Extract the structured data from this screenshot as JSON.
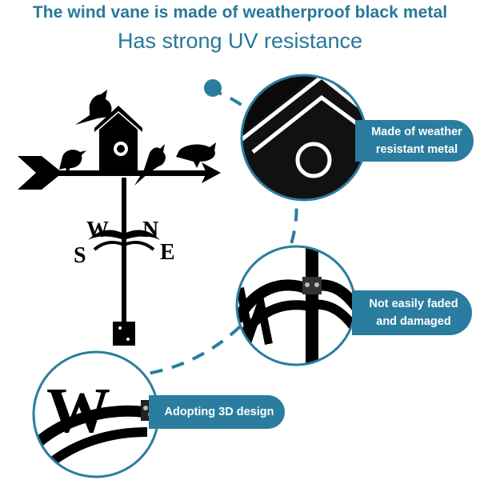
{
  "headline": {
    "title": "The wind vane is made of weatherproof black metal",
    "subtitle": "Has strong UV resistance"
  },
  "callouts": [
    {
      "line1": "Made of weather",
      "line2": "resistant metal"
    },
    {
      "line1": "Not easily faded",
      "line2": "and damaged"
    },
    {
      "line1": "Adopting 3D design"
    }
  ],
  "vane_letters": {
    "w": "W",
    "s": "S",
    "n": "N",
    "e": "E"
  },
  "colors": {
    "accent": "#2a7d9e",
    "title": "#27789a",
    "metal": "#000000",
    "background": "#ffffff"
  }
}
